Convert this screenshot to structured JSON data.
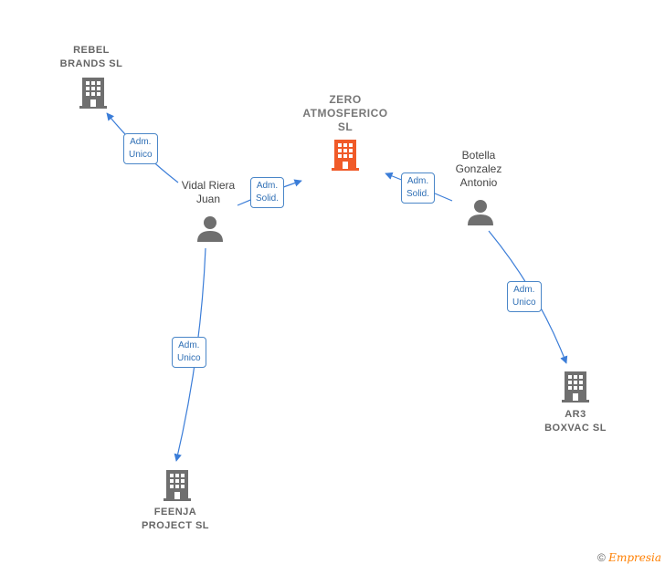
{
  "nodes": {
    "zero": {
      "label": "ZERO\nATMOSFERICO\nSL",
      "color": "#f05a28"
    },
    "rebel": {
      "label": "REBEL\nBRANDS  SL",
      "color": "#6f6f6f"
    },
    "feenja": {
      "label": "FEENJA\nPROJECT SL",
      "color": "#6f6f6f"
    },
    "ar3": {
      "label": "AR3\nBOXVAC  SL",
      "color": "#6f6f6f"
    },
    "vidal": {
      "label": "Vidal Riera\nJuan",
      "color": "#6f6f6f"
    },
    "botella": {
      "label": "Botella\nGonzalez\nAntonio",
      "color": "#6f6f6f"
    }
  },
  "edges": {
    "vidal_rebel": "Adm.\nUnico",
    "vidal_zero": "Adm.\nSolid.",
    "botella_zero": "Adm.\nSolid.",
    "vidal_feenja": "Adm.\nUnico",
    "botella_ar3": "Adm.\nUnico"
  },
  "footer": {
    "copyright": "©",
    "brand": "mpresia",
    "brand_initial": "E"
  },
  "colors": {
    "edge": "#3b7dd8",
    "accent": "#f05a28",
    "node": "#6f6f6f"
  }
}
